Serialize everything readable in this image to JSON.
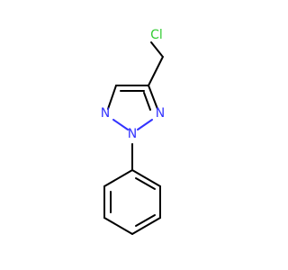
{
  "molecule": {
    "atoms": {
      "chlorine": {
        "label": "Cl",
        "color": "#33cc33"
      },
      "nitrogen_left": {
        "label": "N",
        "color": "#3333ff"
      },
      "nitrogen_right": {
        "label": "N",
        "color": "#3333ff"
      },
      "nitrogen_bottom": {
        "label": "N",
        "color": "#3333ff"
      }
    },
    "bond_color": "#000000"
  }
}
